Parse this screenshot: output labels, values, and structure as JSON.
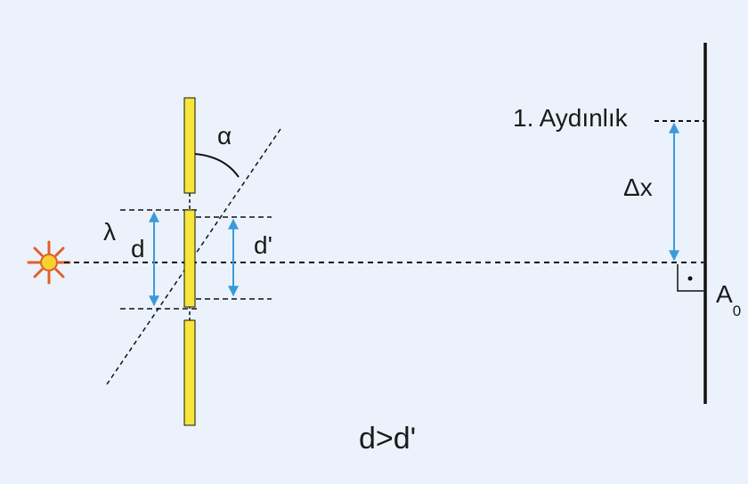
{
  "labels": {
    "wavelength": "λ",
    "angle": "α",
    "slit_separation": "d",
    "projected_separation": "d'",
    "first_bright": "1. Aydınlık",
    "fringe_distance": "Δx",
    "central_point": "A",
    "central_point_sub": "0",
    "relation": "d>d'"
  },
  "colors": {
    "background": "#ebf2fb",
    "slit_fill": "#f7e53a",
    "arrow": "#3b9ad9",
    "source": "#e0602a",
    "source_center": "#f9d22f",
    "line": "#111111"
  },
  "icons": {
    "light_source": "sun-icon",
    "right_angle": "right-angle-marker-icon"
  }
}
